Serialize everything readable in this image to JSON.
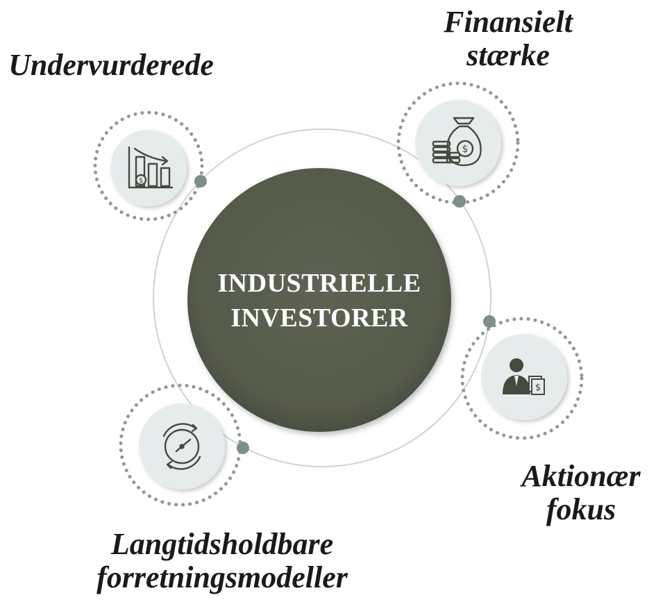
{
  "center": {
    "line1": "INDUSTRIELLE",
    "line2": "INVESTORER"
  },
  "nodes": [
    {
      "id": "undervurderede",
      "lines": [
        "Undervurderede"
      ],
      "icon": "declining-chart-dollar-icon"
    },
    {
      "id": "finansielt",
      "lines": [
        "Finansielt",
        "stærke"
      ],
      "icon": "money-bag-coins-icon"
    },
    {
      "id": "aktionaer",
      "lines": [
        "Aktionær",
        "fokus"
      ],
      "icon": "businessman-dollar-icon"
    },
    {
      "id": "langtid",
      "lines": [
        "Langtidsholdbare",
        "forretningsmodeller"
      ],
      "icon": "clock-cycle-icon"
    }
  ],
  "colors": {
    "center_fill": "#585d4d",
    "node_fill": "#e6ebec",
    "dots": "#8a9a96",
    "connector": "#7d8e8c",
    "ring": "#cfd3d3",
    "icon": "#454a3e"
  }
}
